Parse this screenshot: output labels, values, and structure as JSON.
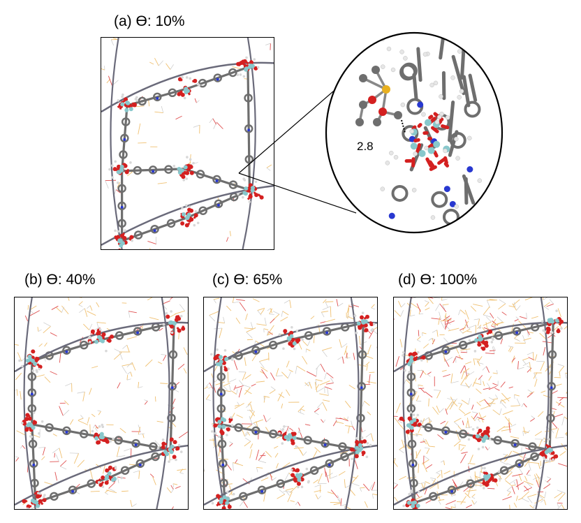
{
  "figure": {
    "panels": [
      {
        "label": "(a) ϴ: 10%",
        "coverage_percent": 10
      },
      {
        "label": "(b) ϴ: 40%",
        "coverage_percent": 40
      },
      {
        "label": "(c) ϴ: 65%",
        "coverage_percent": 65
      },
      {
        "label": "(d) ϴ: 100%",
        "coverage_percent": 100
      }
    ],
    "zoom_distance_label": "2.8"
  },
  "colors": {
    "oxygen": "#d42020",
    "zirconium": "#88c8cc",
    "carbon": "#6e6e6e",
    "nitrogen": "#2838d0",
    "hydrogen": "#e6e6e6",
    "silicon_sulfur": "#e8b020",
    "guest_wire": "#f0c070",
    "guest_wire_red": "#e05050"
  }
}
